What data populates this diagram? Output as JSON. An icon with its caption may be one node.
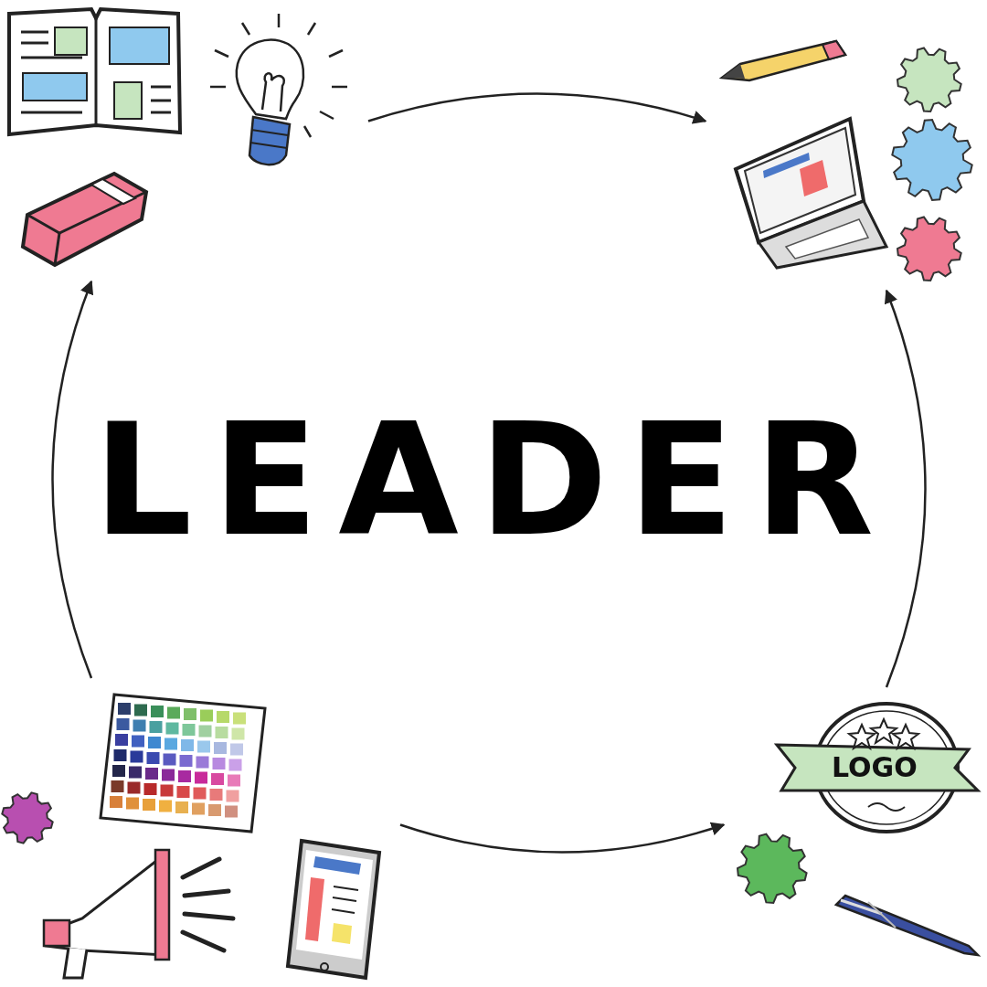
{
  "diagram": {
    "title": "LEADER",
    "nodes": [
      {
        "text": [],
        "shape": "picture"
      },
      {
        "text": [],
        "shape": "picture"
      },
      {
        "text": [],
        "shape": "picture"
      },
      {
        "text": [],
        "shape": "picture"
      }
    ],
    "edges": [
      {
        "from": 0,
        "to": 1,
        "arrow": "to"
      },
      {
        "from": 2,
        "to": 0,
        "arrow": "to"
      },
      {
        "from": 3,
        "to": 1,
        "arrow": "to"
      },
      {
        "from": 2,
        "to": 3,
        "arrow": "to"
      }
    ],
    "labels": [
      "LOGO"
    ]
  }
}
